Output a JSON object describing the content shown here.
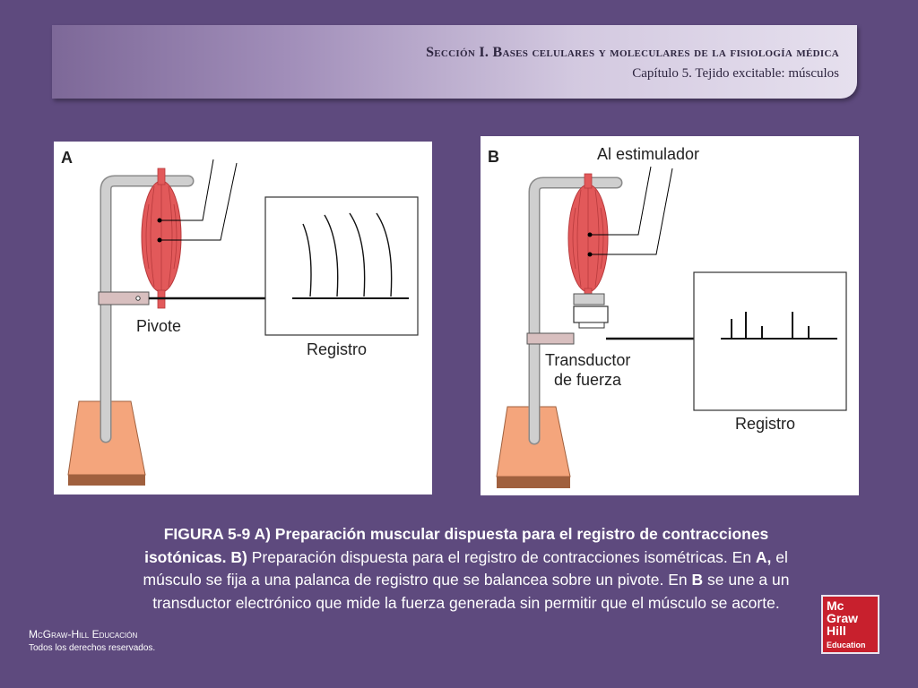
{
  "header": {
    "section": "Sección I.  Bases celulares y moleculares de la fisiología médica",
    "chapter": "Capítulo 5. Tejido excitable: músculos"
  },
  "figure_a": {
    "letter": "A",
    "pivot_label": "Pivote",
    "record_label": "Registro"
  },
  "figure_b": {
    "letter": "B",
    "stimulator_label": "Al estimulador",
    "transducer_line1": "Transductor",
    "transducer_line2": "de fuerza",
    "record_label": "Registro"
  },
  "caption": {
    "part1": "FIGURA 5-9 A) Preparación muscular dispuesta para el registro de contracciones isotónicas. B)",
    "part2": " Preparación dispuesta para el registro de contracciones isométricas. En ",
    "a": "A,",
    "part3": " el músculo se fija a una palanca de registro que se balancea sobre un pivote. En ",
    "b": "B",
    "part4": " se une a un transductor electrónico que mide la fuerza generada sin permitir que el músculo se acorte."
  },
  "footer": {
    "publisher": "McGraw-Hill Educación",
    "rights": "Todos los derechos reservados."
  },
  "logo": {
    "line1": "Mc",
    "line2": "Graw",
    "line3": "Hill",
    "line4": "Education"
  },
  "colors": {
    "background": "#5e4a7e",
    "muscle": "#e2595a",
    "base": "#f4a57c",
    "stand": "#c8c8c8",
    "logo_red": "#c8202d"
  }
}
